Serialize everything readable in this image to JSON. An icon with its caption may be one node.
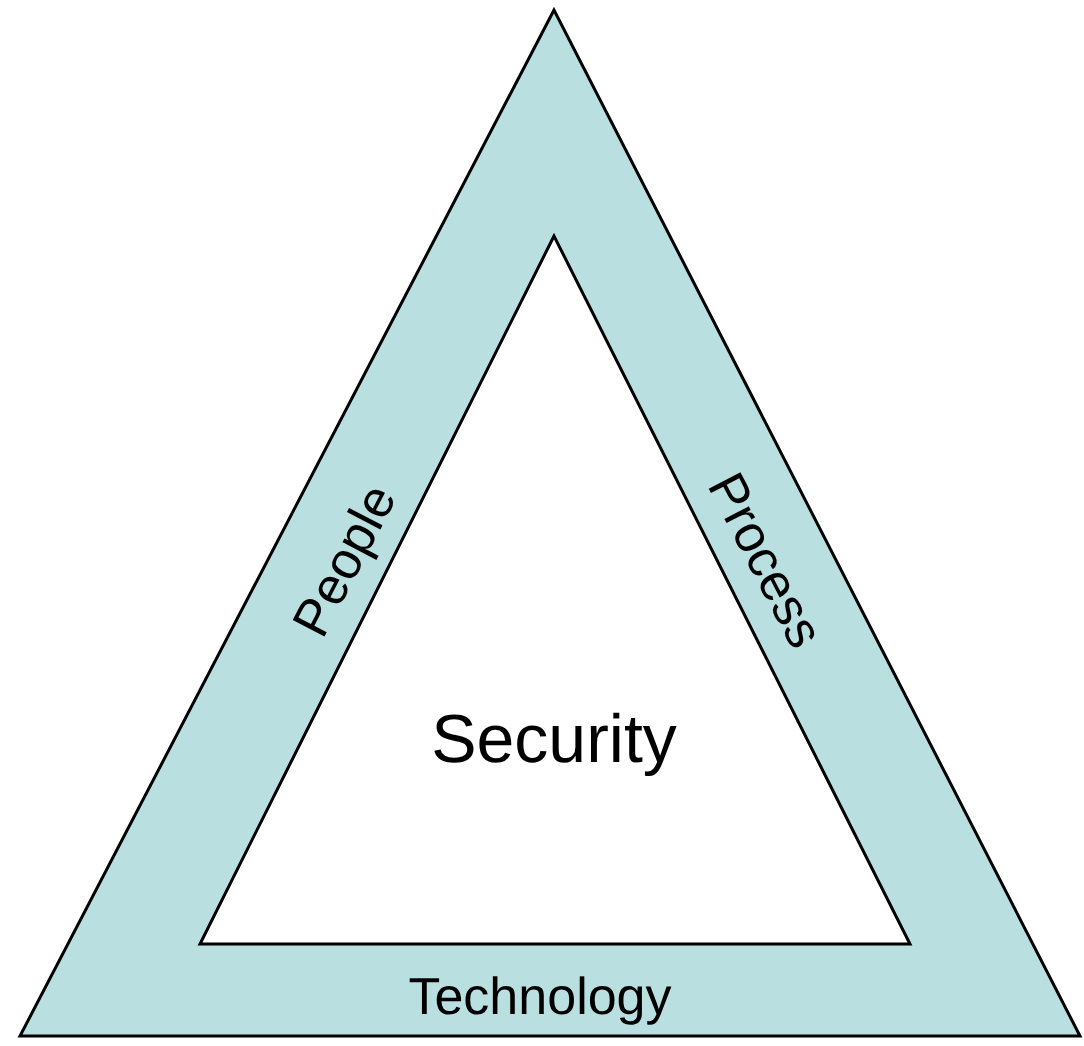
{
  "diagram": {
    "nodes": [
      {
        "text": [
          "People",
          "Process",
          "Technology"
        ]
      },
      {
        "text": [
          "Security"
        ],
        "in": 0
      }
    ]
  }
}
